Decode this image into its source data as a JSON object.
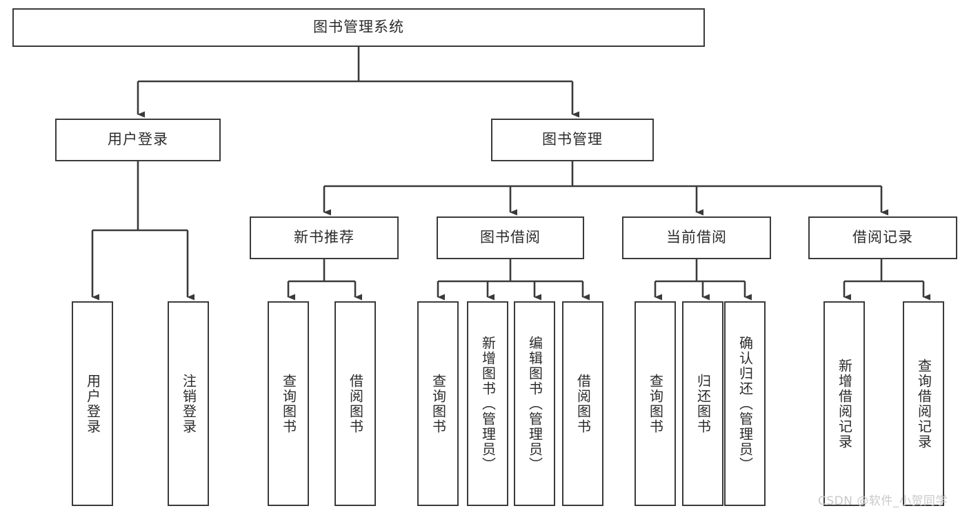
{
  "diagram": {
    "title": "图书管理系统",
    "type": "tree-hierarchy-diagram",
    "watermark": "CSDN @软件_小贺同学",
    "colors": {
      "box_border": "#3a3a3a",
      "box_fill": "#ffffff",
      "connector": "#3a3a3a",
      "text": "#2b2b2b",
      "watermark": "#c9c9c9",
      "background": "#ffffff"
    },
    "nodes": {
      "root": {
        "label": "图书管理系统"
      },
      "level2": [
        {
          "id": "user-login",
          "label": "用户登录"
        },
        {
          "id": "book-manage",
          "label": "图书管理"
        }
      ],
      "level3": [
        {
          "id": "new-book-recommend",
          "label": "新书推荐"
        },
        {
          "id": "book-borrow",
          "label": "图书借阅"
        },
        {
          "id": "current-borrow",
          "label": "当前借阅"
        },
        {
          "id": "borrow-record",
          "label": "借阅记录"
        }
      ],
      "leaves": [
        {
          "id": "leaf-user-login",
          "label": "用户登录",
          "parent": "user-login"
        },
        {
          "id": "leaf-logout-login",
          "label": "注销登录",
          "parent": "user-login"
        },
        {
          "id": "leaf-query-book-1",
          "label": "查询图书",
          "parent": "new-book-recommend"
        },
        {
          "id": "leaf-borrow-book-1",
          "label": "借阅图书",
          "parent": "new-book-recommend"
        },
        {
          "id": "leaf-query-book-2",
          "label": "查询图书",
          "parent": "book-borrow"
        },
        {
          "id": "leaf-add-book",
          "label": "新增图书（管理员）",
          "parent": "book-borrow"
        },
        {
          "id": "leaf-edit-book",
          "label": "编辑图书（管理员）",
          "parent": "book-borrow"
        },
        {
          "id": "leaf-borrow-book-2",
          "label": "借阅图书",
          "parent": "book-borrow"
        },
        {
          "id": "leaf-query-book-3",
          "label": "查询图书",
          "parent": "current-borrow"
        },
        {
          "id": "leaf-return-book",
          "label": "归还图书",
          "parent": "current-borrow"
        },
        {
          "id": "leaf-confirm-return",
          "label": "确认归还（管理员）",
          "parent": "current-borrow"
        },
        {
          "id": "leaf-add-record",
          "label": "新增借阅记录",
          "parent": "borrow-record"
        },
        {
          "id": "leaf-query-record",
          "label": "查询借阅记录",
          "parent": "borrow-record"
        }
      ]
    }
  }
}
